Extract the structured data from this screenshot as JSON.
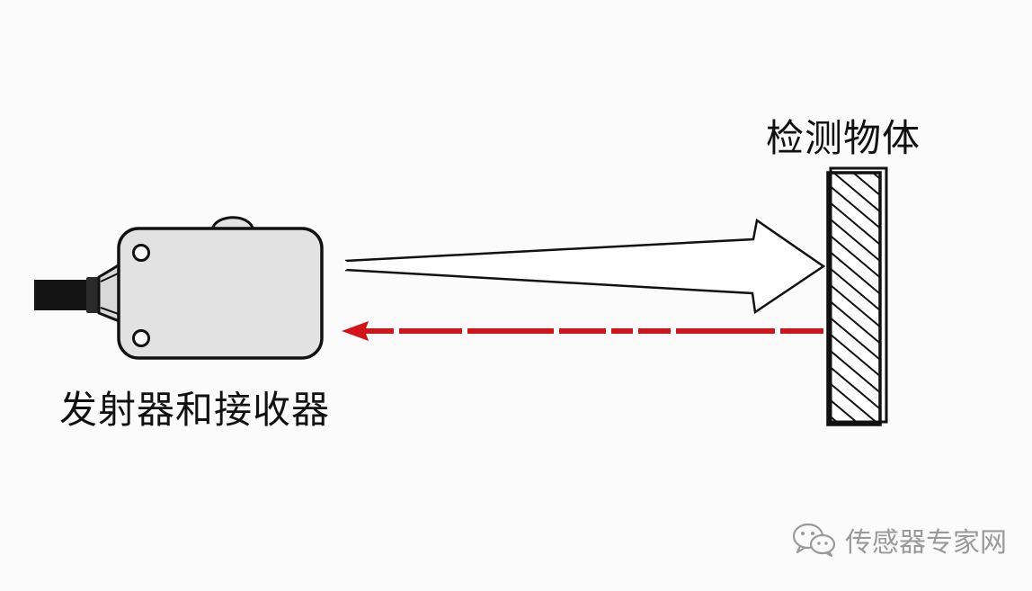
{
  "labels": {
    "target_object": "检测物体",
    "emitter_receiver": "发射器和接收器"
  },
  "watermark": {
    "text": "传感器专家网",
    "icon": "wechat-icon"
  },
  "colors": {
    "outline": "#111111",
    "sensor_body": "#e2e2e2",
    "return_beam": "#d0141a",
    "watermark": "#9a9a9a"
  }
}
